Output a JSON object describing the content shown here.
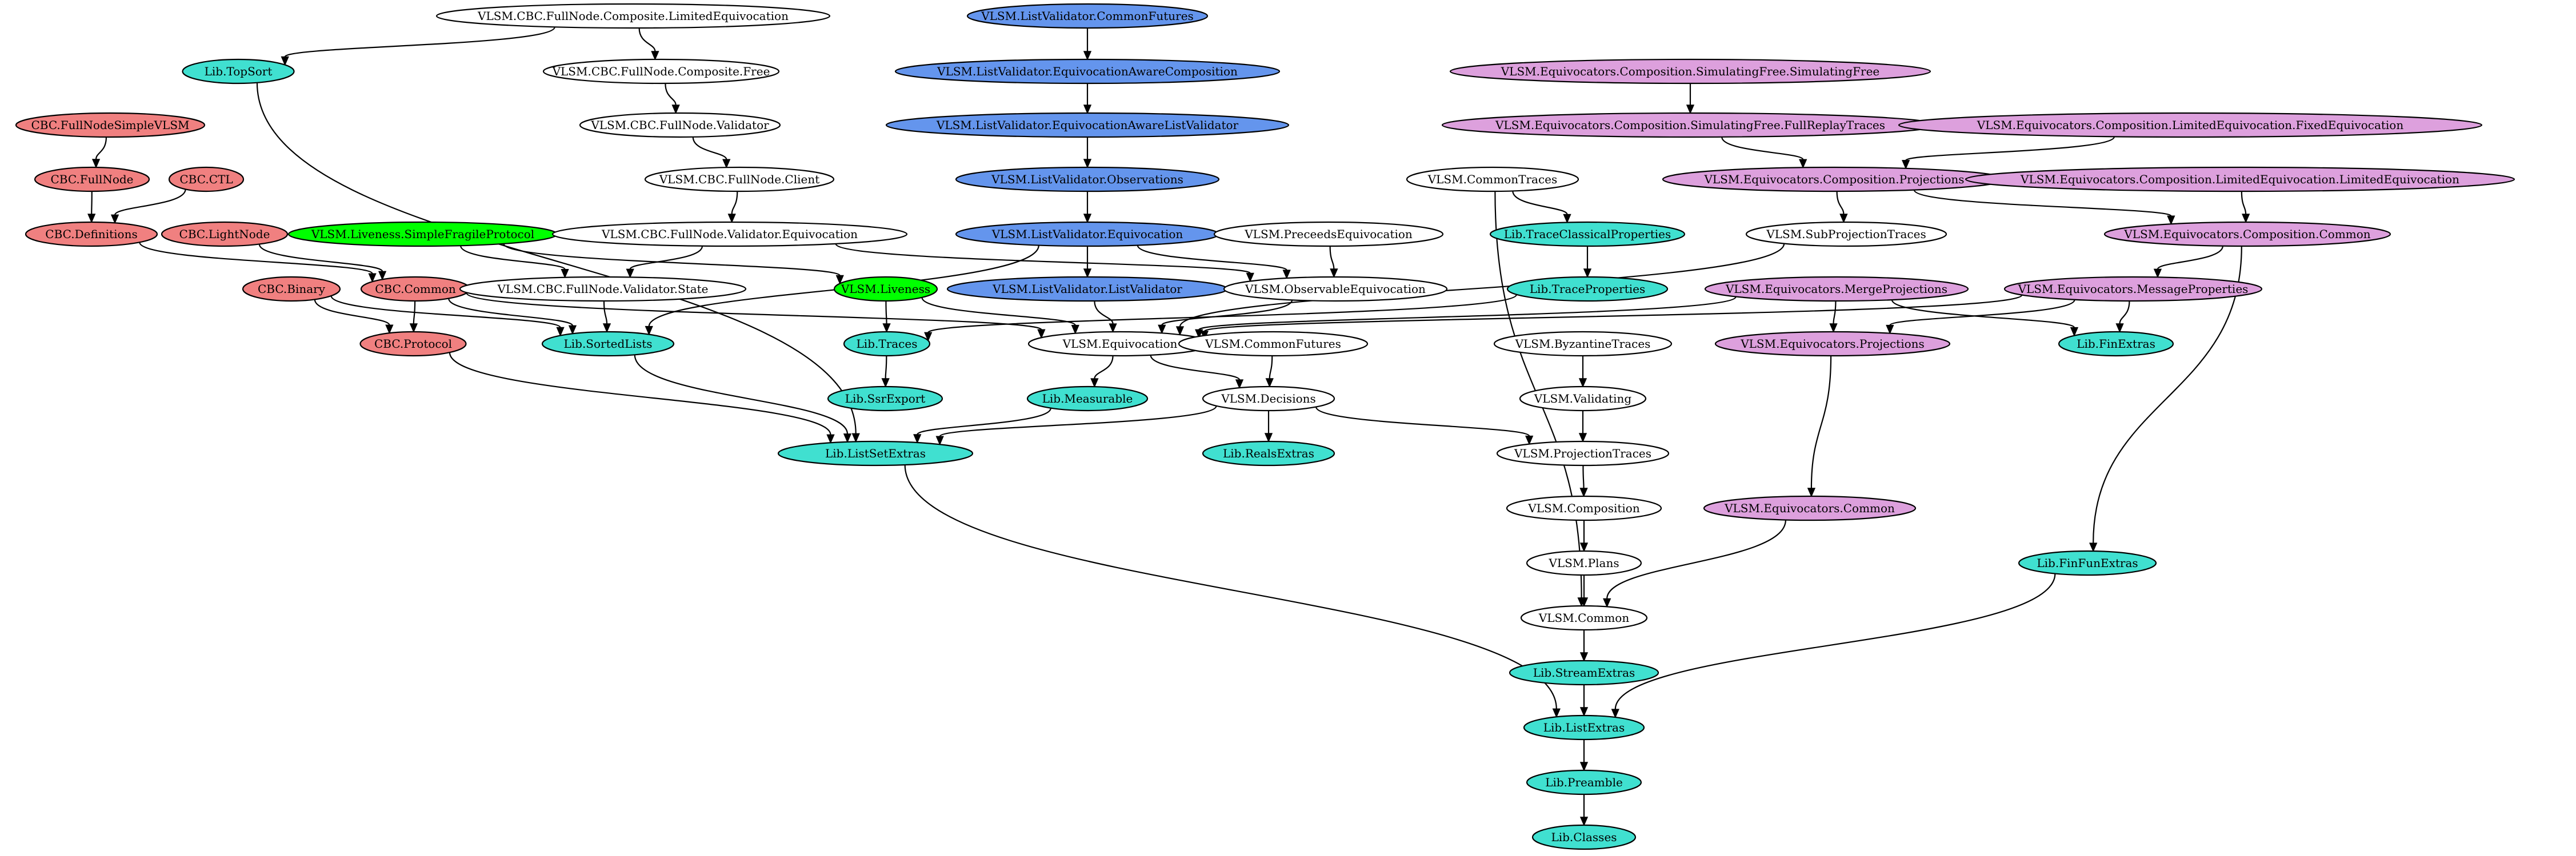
{
  "colors": {
    "cbc": "#f08080",
    "lib": "#40e0d0",
    "listvalidator": "#6495ed",
    "liveness": "#00ff00",
    "equivocators": "#dda0dd",
    "vlsm": "#ffffff",
    "edge": "#000000"
  },
  "nodes": {
    "n_cbc_limequiv": {
      "label": "VLSM.CBC.FullNode.Composite.LimitedEquivocation",
      "group": "vlsm"
    },
    "n_lv_commonfutures": {
      "label": "VLSM.ListValidator.CommonFutures",
      "group": "listvalidator"
    },
    "n_eq_simfree": {
      "label": "VLSM.Equivocators.Composition.SimulatingFree.SimulatingFree",
      "group": "equivocators"
    },
    "n_lib_topsort": {
      "label": "Lib.TopSort",
      "group": "lib"
    },
    "n_cbc_free": {
      "label": "VLSM.CBC.FullNode.Composite.Free",
      "group": "vlsm"
    },
    "n_lv_eqawarecomp": {
      "label": "VLSM.ListValidator.EquivocationAwareComposition",
      "group": "listvalidator"
    },
    "n_cbc_fullnodesimple": {
      "label": "CBC.FullNodeSimpleVLSM",
      "group": "cbc"
    },
    "n_cbc_validator": {
      "label": "VLSM.CBC.FullNode.Validator",
      "group": "vlsm"
    },
    "n_lv_eqawarelv": {
      "label": "VLSM.ListValidator.EquivocationAwareListValidator",
      "group": "listvalidator"
    },
    "n_eq_fullreplay": {
      "label": "VLSM.Equivocators.Composition.SimulatingFree.FullReplayTraces",
      "group": "equivocators"
    },
    "n_eq_fixed": {
      "label": "VLSM.Equivocators.Composition.LimitedEquivocation.FixedEquivocation",
      "group": "equivocators"
    },
    "n_cbc_fullnode": {
      "label": "CBC.FullNode",
      "group": "cbc"
    },
    "n_cbc_ctl": {
      "label": "CBC.CTL",
      "group": "cbc"
    },
    "n_cbc_client": {
      "label": "VLSM.CBC.FullNode.Client",
      "group": "vlsm"
    },
    "n_lv_observations": {
      "label": "VLSM.ListValidator.Observations",
      "group": "listvalidator"
    },
    "n_commontraces": {
      "label": "VLSM.CommonTraces",
      "group": "vlsm"
    },
    "n_eq_projections_comp": {
      "label": "VLSM.Equivocators.Composition.Projections",
      "group": "equivocators"
    },
    "n_eq_limited": {
      "label": "VLSM.Equivocators.Composition.LimitedEquivocation.LimitedEquivocation",
      "group": "equivocators"
    },
    "n_cbc_definitions": {
      "label": "CBC.Definitions",
      "group": "cbc"
    },
    "n_cbc_lightnode": {
      "label": "CBC.LightNode",
      "group": "cbc"
    },
    "n_liveness_sfp": {
      "label": "VLSM.Liveness.SimpleFragileProtocol",
      "group": "liveness"
    },
    "n_cbc_valequiv": {
      "label": "VLSM.CBC.FullNode.Validator.Equivocation",
      "group": "vlsm"
    },
    "n_lv_equivocation": {
      "label": "VLSM.ListValidator.Equivocation",
      "group": "listvalidator"
    },
    "n_precedes": {
      "label": "VLSM.PreceedsEquivocation",
      "group": "vlsm"
    },
    "n_lib_traceclassical": {
      "label": "Lib.TraceClassicalProperties",
      "group": "lib"
    },
    "n_subprojtraces": {
      "label": "VLSM.SubProjectionTraces",
      "group": "vlsm"
    },
    "n_eq_common_comp": {
      "label": "VLSM.Equivocators.Composition.Common",
      "group": "equivocators"
    },
    "n_cbc_binary": {
      "label": "CBC.Binary",
      "group": "cbc"
    },
    "n_cbc_common": {
      "label": "CBC.Common",
      "group": "cbc"
    },
    "n_cbc_valstate": {
      "label": "VLSM.CBC.FullNode.Validator.State",
      "group": "vlsm"
    },
    "n_liveness": {
      "label": "VLSM.Liveness",
      "group": "liveness"
    },
    "n_lv_listvalidator": {
      "label": "VLSM.ListValidator.ListValidator",
      "group": "listvalidator"
    },
    "n_obsequiv": {
      "label": "VLSM.ObservableEquivocation",
      "group": "vlsm"
    },
    "n_lib_traceprops": {
      "label": "Lib.TraceProperties",
      "group": "lib"
    },
    "n_eq_mergeproj": {
      "label": "VLSM.Equivocators.MergeProjections",
      "group": "equivocators"
    },
    "n_eq_msgprops": {
      "label": "VLSM.Equivocators.MessageProperties",
      "group": "equivocators"
    },
    "n_cbc_protocol": {
      "label": "CBC.Protocol",
      "group": "cbc"
    },
    "n_lib_sortedlists": {
      "label": "Lib.SortedLists",
      "group": "lib"
    },
    "n_lib_traces": {
      "label": "Lib.Traces",
      "group": "lib"
    },
    "n_equivocation": {
      "label": "VLSM.Equivocation",
      "group": "vlsm"
    },
    "n_commonfutures": {
      "label": "VLSM.CommonFutures",
      "group": "vlsm"
    },
    "n_byzantine": {
      "label": "VLSM.ByzantineTraces",
      "group": "vlsm"
    },
    "n_eq_projections": {
      "label": "VLSM.Equivocators.Projections",
      "group": "equivocators"
    },
    "n_lib_finextras": {
      "label": "Lib.FinExtras",
      "group": "lib"
    },
    "n_lib_ssrexport": {
      "label": "Lib.SsrExport",
      "group": "lib"
    },
    "n_lib_measurable": {
      "label": "Lib.Measurable",
      "group": "lib"
    },
    "n_decisions": {
      "label": "VLSM.Decisions",
      "group": "vlsm"
    },
    "n_validating": {
      "label": "VLSM.Validating",
      "group": "vlsm"
    },
    "n_lib_listsetextras": {
      "label": "Lib.ListSetExtras",
      "group": "lib"
    },
    "n_lib_realsextras": {
      "label": "Lib.RealsExtras",
      "group": "lib"
    },
    "n_projtraces": {
      "label": "VLSM.ProjectionTraces",
      "group": "vlsm"
    },
    "n_composition": {
      "label": "VLSM.Composition",
      "group": "vlsm"
    },
    "n_eq_common": {
      "label": "VLSM.Equivocators.Common",
      "group": "equivocators"
    },
    "n_plans": {
      "label": "VLSM.Plans",
      "group": "vlsm"
    },
    "n_lib_finfunextras": {
      "label": "Lib.FinFunExtras",
      "group": "lib"
    },
    "n_common": {
      "label": "VLSM.Common",
      "group": "vlsm"
    },
    "n_lib_streamextras": {
      "label": "Lib.StreamExtras",
      "group": "lib"
    },
    "n_lib_listextras": {
      "label": "Lib.ListExtras",
      "group": "lib"
    },
    "n_lib_preamble": {
      "label": "Lib.Preamble",
      "group": "lib"
    },
    "n_lib_classes": {
      "label": "Lib.Classes",
      "group": "lib"
    }
  },
  "edges": [
    [
      "n_cbc_limequiv",
      "n_lib_topsort"
    ],
    [
      "n_cbc_limequiv",
      "n_cbc_free"
    ],
    [
      "n_cbc_free",
      "n_cbc_validator"
    ],
    [
      "n_cbc_validator",
      "n_cbc_client"
    ],
    [
      "n_cbc_client",
      "n_cbc_valequiv"
    ],
    [
      "n_cbc_valequiv",
      "n_cbc_valstate"
    ],
    [
      "n_cbc_valequiv",
      "n_obsequiv"
    ],
    [
      "n_cbc_valstate",
      "n_lib_sortedlists"
    ],
    [
      "n_lib_topsort",
      "n_lib_listsetextras"
    ],
    [
      "n_lv_commonfutures",
      "n_lv_eqawarecomp"
    ],
    [
      "n_lv_eqawarecomp",
      "n_lv_eqawarelv"
    ],
    [
      "n_lv_eqawarelv",
      "n_lv_observations"
    ],
    [
      "n_lv_observations",
      "n_lv_equivocation"
    ],
    [
      "n_lv_equivocation",
      "n_lv_listvalidator"
    ],
    [
      "n_lv_equivocation",
      "n_obsequiv"
    ],
    [
      "n_lv_equivocation",
      "n_lib_sortedlists"
    ],
    [
      "n_lv_listvalidator",
      "n_equivocation"
    ],
    [
      "n_precedes",
      "n_obsequiv"
    ],
    [
      "n_obsequiv",
      "n_equivocation"
    ],
    [
      "n_cbc_fullnodesimple",
      "n_cbc_fullnode"
    ],
    [
      "n_cbc_fullnode",
      "n_cbc_definitions"
    ],
    [
      "n_cbc_ctl",
      "n_cbc_definitions"
    ],
    [
      "n_cbc_definitions",
      "n_cbc_common"
    ],
    [
      "n_cbc_lightnode",
      "n_cbc_common"
    ],
    [
      "n_cbc_common",
      "n_cbc_protocol"
    ],
    [
      "n_cbc_common",
      "n_lib_sortedlists"
    ],
    [
      "n_cbc_common",
      "n_equivocation"
    ],
    [
      "n_cbc_binary",
      "n_cbc_protocol"
    ],
    [
      "n_cbc_binary",
      "n_lib_sortedlists"
    ],
    [
      "n_cbc_protocol",
      "n_lib_listsetextras"
    ],
    [
      "n_lib_sortedlists",
      "n_lib_listsetextras"
    ],
    [
      "n_liveness_sfp",
      "n_liveness"
    ],
    [
      "n_liveness_sfp",
      "n_cbc_valstate"
    ],
    [
      "n_liveness",
      "n_lib_traces"
    ],
    [
      "n_liveness",
      "n_equivocation"
    ],
    [
      "n_lib_traces",
      "n_lib_ssrexport"
    ],
    [
      "n_equivocation",
      "n_lib_measurable"
    ],
    [
      "n_equivocation",
      "n_decisions"
    ],
    [
      "n_lib_measurable",
      "n_lib_listsetextras"
    ],
    [
      "n_commonfutures",
      "n_decisions"
    ],
    [
      "n_decisions",
      "n_lib_listsetextras"
    ],
    [
      "n_decisions",
      "n_lib_realsextras"
    ],
    [
      "n_decisions",
      "n_projtraces"
    ],
    [
      "n_commontraces",
      "n_lib_traceclassical"
    ],
    [
      "n_commontraces",
      "n_common"
    ],
    [
      "n_lib_traceclassical",
      "n_lib_traceprops"
    ],
    [
      "n_lib_traceprops",
      "n_lib_traces"
    ],
    [
      "n_eq_simfree",
      "n_eq_fullreplay"
    ],
    [
      "n_eq_fullreplay",
      "n_eq_projections_comp"
    ],
    [
      "n_eq_fixed",
      "n_eq_projections_comp"
    ],
    [
      "n_eq_projections_comp",
      "n_subprojtraces"
    ],
    [
      "n_eq_projections_comp",
      "n_eq_common_comp"
    ],
    [
      "n_eq_limited",
      "n_eq_common_comp"
    ],
    [
      "n_subprojtraces",
      "n_equivocation"
    ],
    [
      "n_eq_common_comp",
      "n_eq_msgprops"
    ],
    [
      "n_eq_common_comp",
      "n_lib_finfunextras"
    ],
    [
      "n_eq_msgprops",
      "n_eq_projections"
    ],
    [
      "n_eq_msgprops",
      "n_lib_finextras"
    ],
    [
      "n_eq_msgprops",
      "n_equivocation"
    ],
    [
      "n_eq_mergeproj",
      "n_eq_projections"
    ],
    [
      "n_eq_mergeproj",
      "n_lib_finextras"
    ],
    [
      "n_eq_mergeproj",
      "n_equivocation"
    ],
    [
      "n_eq_projections",
      "n_eq_common"
    ],
    [
      "n_eq_common",
      "n_common"
    ],
    [
      "n_byzantine",
      "n_validating"
    ],
    [
      "n_validating",
      "n_projtraces"
    ],
    [
      "n_projtraces",
      "n_composition"
    ],
    [
      "n_composition",
      "n_plans"
    ],
    [
      "n_plans",
      "n_common"
    ],
    [
      "n_common",
      "n_lib_streamextras"
    ],
    [
      "n_lib_streamextras",
      "n_lib_listextras"
    ],
    [
      "n_lib_finfunextras",
      "n_lib_listextras"
    ],
    [
      "n_lib_listsetextras",
      "n_lib_listextras"
    ],
    [
      "n_lib_listextras",
      "n_lib_preamble"
    ],
    [
      "n_lib_preamble",
      "n_lib_classes"
    ]
  ]
}
